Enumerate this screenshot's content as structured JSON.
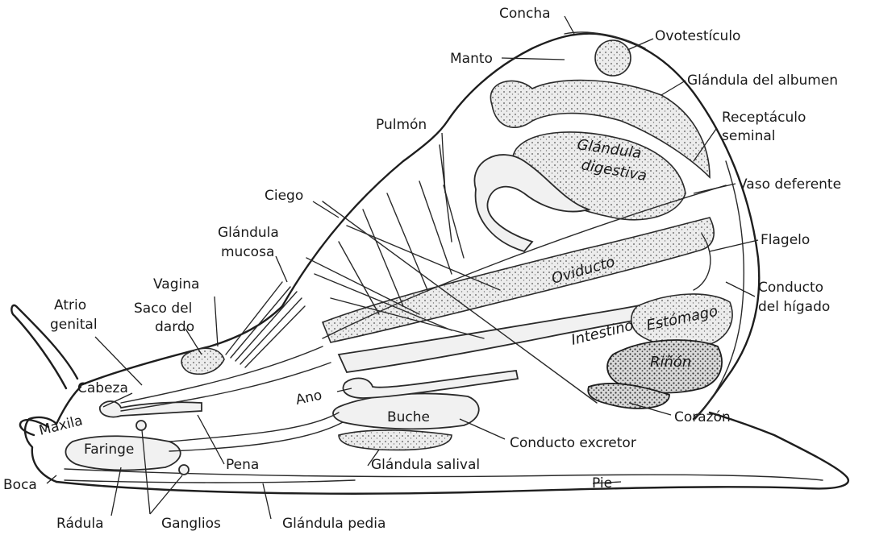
{
  "labels": {
    "concha": "Concha",
    "ovotesticulo": "Ovotestículo",
    "manto": "Manto",
    "glandula_albumen": "Glándula del albumen",
    "receptaculo_seminal_1": "Receptáculo",
    "receptaculo_seminal_2": "seminal",
    "pulmon": "Pulmón",
    "glandula_digestiva_1": "Glándula",
    "glandula_digestiva_2": "digestiva",
    "vaso_deferente": "Vaso deferente",
    "ciego": "Ciego",
    "flagelo": "Flagelo",
    "glandula_mucosa_1": "Glándula",
    "glandula_mucosa_2": "mucosa",
    "oviducto": "Oviducto",
    "vagina": "Vagina",
    "conducto_higado_1": "Conducto",
    "conducto_higado_2": "del hígado",
    "atrio_genital_1": "Atrio",
    "atrio_genital_2": "genital",
    "saco_dardo_1": "Saco del",
    "saco_dardo_2": "dardo",
    "intestino": "Intestino",
    "estomago": "Estómago",
    "rinon": "Riñón",
    "cabeza": "Cabeza",
    "ano": "Ano",
    "buche": "Buche",
    "corazon": "Corazón",
    "maxila": "Maxila",
    "faringe": "Faringe",
    "conducto_excretor": "Conducto excretor",
    "pena": "Pena",
    "glandula_salival": "Glándula salival",
    "boca": "Boca",
    "pie": "Pie",
    "radula": "Rádula",
    "ganglios": "Ganglios",
    "glandula_pedia": "Glándula pedia"
  }
}
